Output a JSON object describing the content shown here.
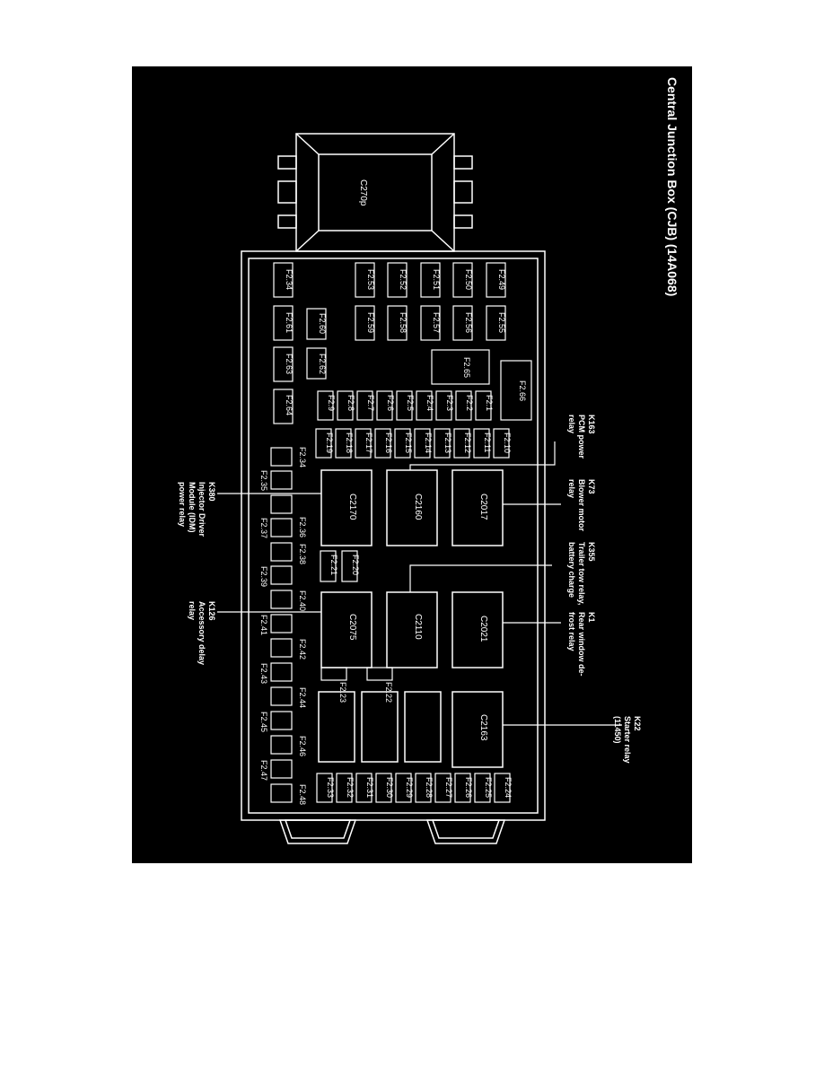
{
  "title": "Central Junction Box (CJB) (14A068)",
  "connector_top": "C270p",
  "fuses_main": {
    "row1": [
      "F2.34",
      "F2.53",
      "F2.52",
      "F2.51",
      "F2.50",
      "F2.49"
    ],
    "row2": [
      "F2.61",
      "F2.60",
      "F2.59",
      "F2.58",
      "F2.57",
      "F2.56",
      "F2.55"
    ],
    "row3": [
      "F2.63",
      "F2.62",
      "F2.65",
      "F2.66"
    ],
    "row4": [
      "F2.64",
      "F2.9",
      "F2.8",
      "F2.7",
      "F2.6",
      "F2.5",
      "F2.4",
      "F2.3",
      "F2.2",
      "F2.1"
    ],
    "row5": [
      "F2.19",
      "F2.18",
      "F2.17",
      "F2.16",
      "F2.15",
      "F2.14",
      "F2.13",
      "F2.12",
      "F2.11",
      "F2.10"
    ],
    "mid": [
      "F2.21",
      "F2.20",
      "F2.23",
      "F2.22"
    ],
    "bottom": [
      "F2.33",
      "F2.32",
      "F2.31",
      "F2.30",
      "F2.29",
      "F2.28",
      "F2.27",
      "F2.26",
      "F2.25",
      "F2.24"
    ]
  },
  "fuses_left_column": [
    "F2.34",
    "F2.35",
    "F2.36",
    "F2.37",
    "F2.38",
    "F2.39",
    "F2.40",
    "F2.41",
    "F2.42",
    "F2.43",
    "F2.44",
    "F2.45",
    "F2.46",
    "F2.47",
    "F2.48"
  ],
  "connectors": [
    "C2170",
    "C2160",
    "C2017",
    "C2075",
    "C2110",
    "C2021",
    "C2163"
  ],
  "relays": {
    "k163": [
      "K163",
      "PCM power",
      "relay"
    ],
    "k73": [
      "K73",
      "Blower motor",
      "relay"
    ],
    "k355": [
      "K355",
      "Trailer tow relay,",
      "battery charge"
    ],
    "k1": [
      "K1",
      "Rear window de-",
      "frost relay"
    ],
    "k22": [
      "K22",
      "Starter relay",
      "(11450)"
    ],
    "k380": [
      "K380",
      "Injector Driver",
      "Module (IDM)",
      "power relay"
    ],
    "k126": [
      "K126",
      "Accessory delay",
      "relay"
    ]
  },
  "colors": {
    "background": "#000000",
    "line": "#ffffff",
    "page": "#ffffff"
  }
}
